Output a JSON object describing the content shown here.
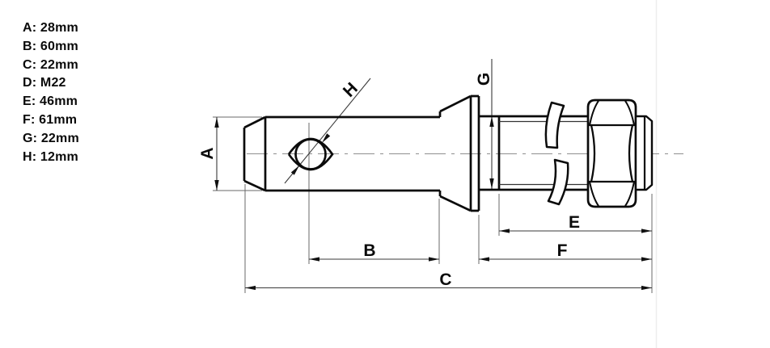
{
  "legend": {
    "items": [
      "A: 28mm",
      "B: 60mm",
      "C: 22mm",
      "D: M22",
      "E: 46mm",
      "F: 61mm",
      "G: 22mm",
      "H: 12mm"
    ]
  },
  "drawing": {
    "labels": {
      "a": "A",
      "b": "B",
      "c": "C",
      "e": "E",
      "f": "F",
      "g": "G",
      "h": "H"
    }
  },
  "colors": {
    "background": "#ffffff",
    "outline": "#0b0b0b",
    "dimension_lines": "#3a3a3a",
    "centerline": "#8f8f8f",
    "text": "#0a0a0a"
  }
}
